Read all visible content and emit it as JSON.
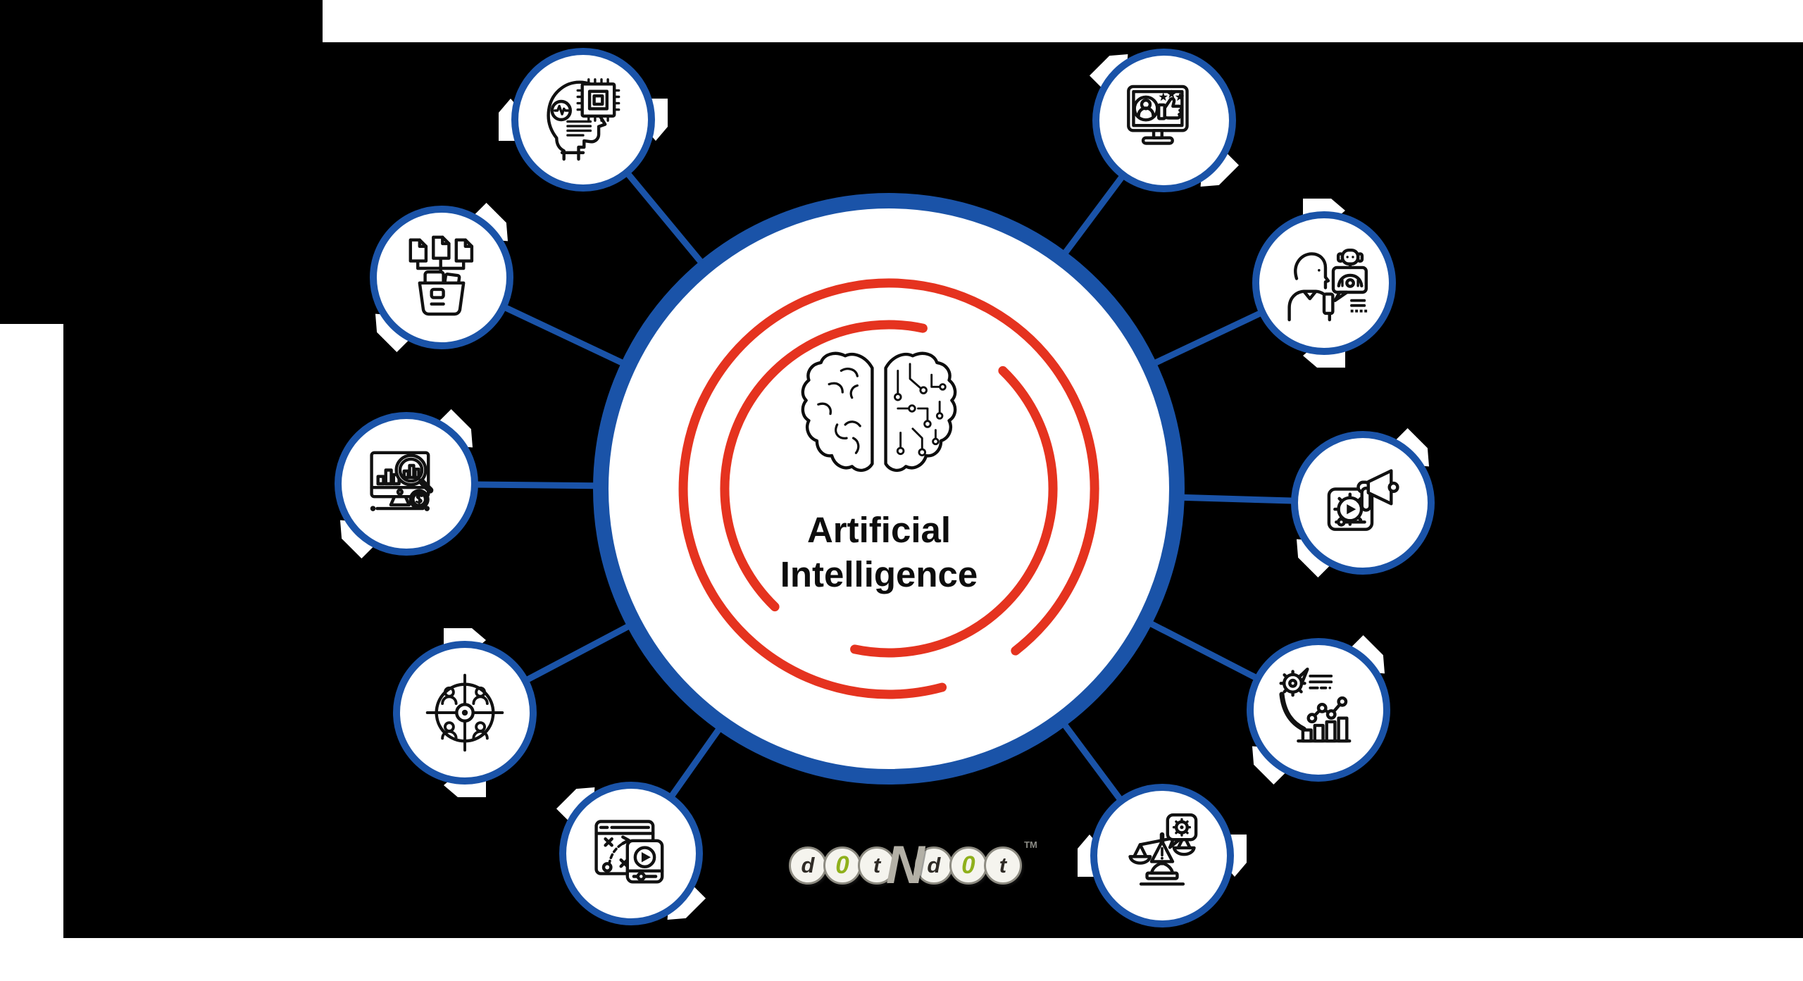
{
  "artwork": {
    "description": "Artificial Intelligence mind-map infographic on black background",
    "center": {
      "title_line1": "Artificial",
      "title_line2": "Intelligence",
      "icon": "brain-half-human-half-circuit-icon"
    },
    "satellites": [
      {
        "name": "machine-learning-head",
        "icon": "head-with-cpu-chip-icon"
      },
      {
        "name": "data-collection",
        "icon": "documents-into-folder-icon"
      },
      {
        "name": "market-analysis",
        "icon": "monitor-bar-chart-magnifier-dollar-icon"
      },
      {
        "name": "audience-targeting",
        "icon": "people-target-wheel-icon"
      },
      {
        "name": "content-strategy",
        "icon": "strategy-board-video-player-icon"
      },
      {
        "name": "customer-feedback",
        "icon": "monitor-avatar-stars-thumbs-up-icon"
      },
      {
        "name": "ai-chatbot",
        "icon": "person-robot-conversation-icon"
      },
      {
        "name": "marketing-automation",
        "icon": "megaphone-gear-tablet-icon"
      },
      {
        "name": "performance-analytics",
        "icon": "gear-growth-chart-icon"
      },
      {
        "name": "ai-ethics",
        "icon": "balance-scale-ai-chip-icon"
      }
    ],
    "logo": {
      "letters": [
        {
          "ch": "d"
        },
        {
          "ch": "0"
        },
        {
          "ch": "t"
        },
        {
          "ch": "d"
        },
        {
          "ch": "0"
        },
        {
          "ch": "t"
        }
      ],
      "middle_letter": "N",
      "trademark": "TM"
    },
    "colors": {
      "node_blue": "#1a53a8",
      "arc_red": "#e5331f",
      "background_black": "#000000",
      "logo_green": "#8fb01c",
      "logo_letter_dark": "#2f2b26",
      "logo_n_gray": "#b3b0a6"
    }
  }
}
